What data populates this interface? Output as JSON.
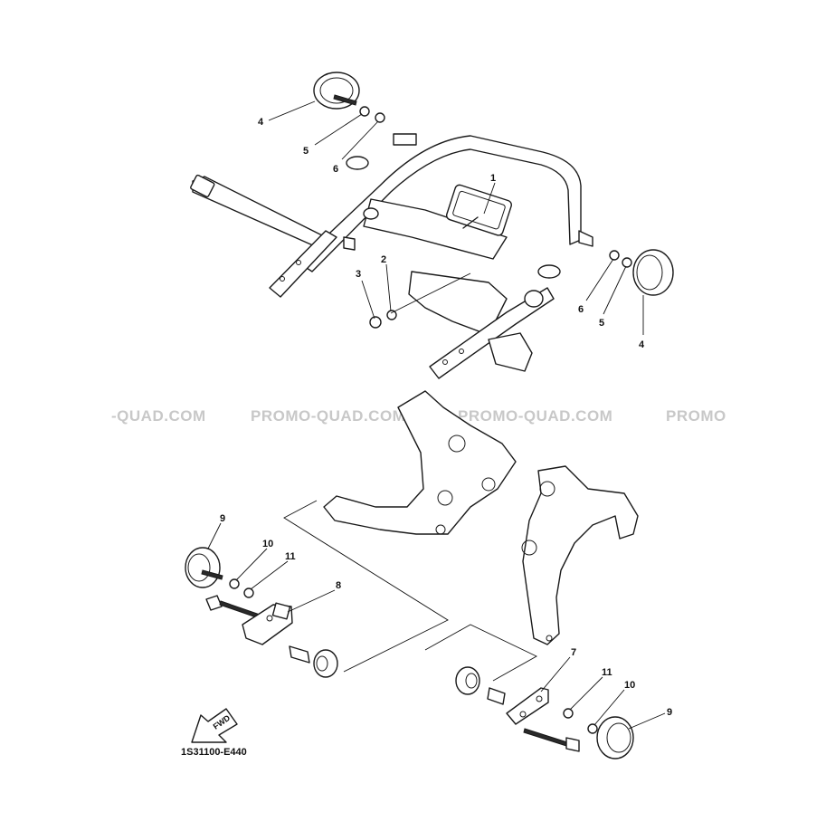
{
  "watermark": {
    "texts": [
      "-QUAD.COM",
      "PROMO-QUAD.COM",
      "PROMO-QUAD.COM",
      "PROMO-QUAD.COM",
      "PROMO"
    ]
  },
  "callouts": {
    "c1": "1",
    "c2": "2",
    "c3": "3",
    "c4_top": "4",
    "c5_top": "5",
    "c6_top": "6",
    "c4_right": "4",
    "c5_right": "5",
    "c6_right": "6",
    "c7": "7",
    "c8": "8",
    "c9_left": "9",
    "c10_left": "10",
    "c11_left": "11",
    "c9_right": "9",
    "c10_right": "10",
    "c11_right": "11"
  },
  "fwd_label": "FWD",
  "part_code": "1S31100-E440",
  "colors": {
    "line": "#1a1a1a",
    "watermark": "#c8c8c8",
    "background": "#ffffff"
  }
}
